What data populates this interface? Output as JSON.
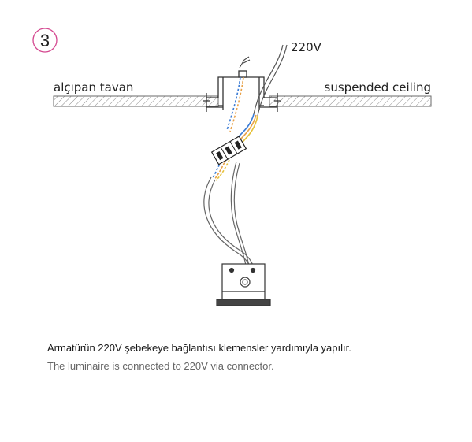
{
  "step": {
    "number": "3",
    "badge_color": "#d4478f"
  },
  "labels": {
    "ceiling_tr": "alçıpan tavan",
    "ceiling_en": "suspended ceiling",
    "voltage": "220V"
  },
  "captions": {
    "turkish": "Armatürün 220V şebekeye bağlantısı klemensler yardımıyla yapılır.",
    "english": "The luminaire is connected to 220V via connector."
  },
  "wire_colors": {
    "live": "#e8a24a",
    "neutral": "#3a7bd5",
    "earth": "#e6c23a"
  }
}
